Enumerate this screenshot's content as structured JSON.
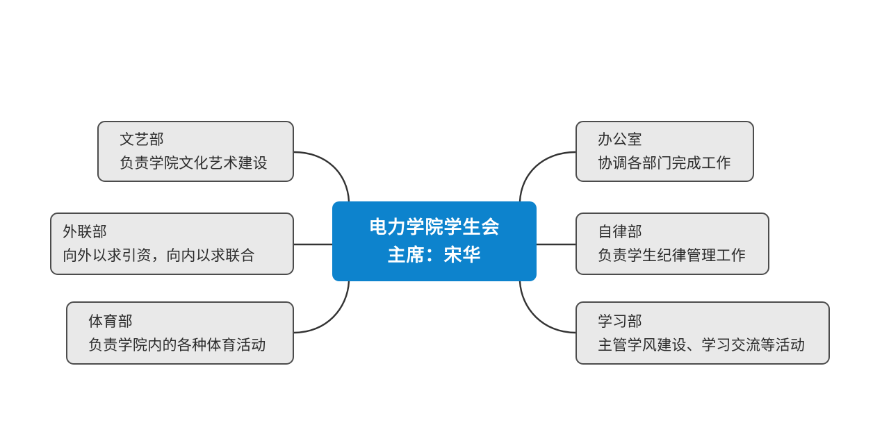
{
  "diagram": {
    "type": "mind-map",
    "background_color": "#ffffff",
    "center": {
      "line1": "电力学院学生会",
      "line2": "主席：宋华",
      "fill_color": "#0d83cd",
      "text_color": "#ffffff"
    },
    "branch_style": {
      "fill_color": "#e9e9e9",
      "border_color": "#4c4c4c",
      "text_color": "#2b2b2b",
      "connector_color": "#333333"
    },
    "left_branches": [
      {
        "title": "文艺部",
        "description": "负责学院文化艺术建设"
      },
      {
        "title": "外联部",
        "description": "向外以求引资，向内以求联合"
      },
      {
        "title": "体育部",
        "description": "负责学院内的各种体育活动"
      }
    ],
    "right_branches": [
      {
        "title": "办公室",
        "description": "协调各部门完成工作"
      },
      {
        "title": "自律部",
        "description": "负责学生纪律管理工作"
      },
      {
        "title": "学习部",
        "description": "主管学风建设、学习交流等活动"
      }
    ]
  }
}
